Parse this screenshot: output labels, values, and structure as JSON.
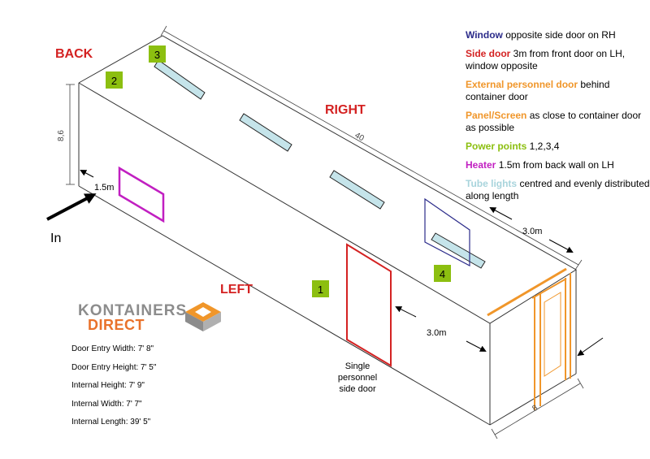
{
  "labels": {
    "back": "BACK",
    "right": "RIGHT",
    "left": "LEFT",
    "in": "In",
    "height": "8,6",
    "length": "40",
    "width": "8",
    "dim_1_5m": "1.5m",
    "dim_3m_top": "3.0m",
    "dim_3m_side": "3.0m",
    "side_door_line1": "Single",
    "side_door_line2": "personnel",
    "side_door_line3": "side door"
  },
  "power_points": [
    "1",
    "2",
    "3",
    "4"
  ],
  "legend": [
    {
      "key": "Window",
      "text": " opposite side door on RH",
      "color": "#2b2b8a"
    },
    {
      "key": "Side door",
      "text": " 3m from front door on LH, window opposite",
      "color": "#d42222"
    },
    {
      "key": "External personnel door",
      "text": " behind container door",
      "color": "#f0962a"
    },
    {
      "key": "Panel/Screen",
      "text": " as close to container door as possible",
      "color": "#f0962a"
    },
    {
      "key": "Power points",
      "text": " 1,2,3,4",
      "color": "#8cbf10"
    },
    {
      "key": "Heater",
      "text": " 1.5m from back wall on LH",
      "color": "#c11fc1"
    },
    {
      "key": "Tube lights",
      "text": " centred and evenly distributed along length",
      "color": "#a8d4dc"
    }
  ],
  "specs": [
    "Door Entry Width: 7' 8\"",
    "Door Entry Height: 7' 5\"",
    "Internal Height: 7' 9\"",
    "Internal Width: 7' 7\"",
    "Internal Length: 39' 5\""
  ],
  "logo": {
    "line1": "KONTAINERS",
    "line2": "DIRECT"
  },
  "colors": {
    "power": "#8cbf10",
    "heater": "#c11fc1",
    "side_door": "#d42222",
    "window": "#2b2b8a",
    "orange": "#f0962a",
    "tube": "#c5e4ea",
    "red_text": "#d42222"
  }
}
